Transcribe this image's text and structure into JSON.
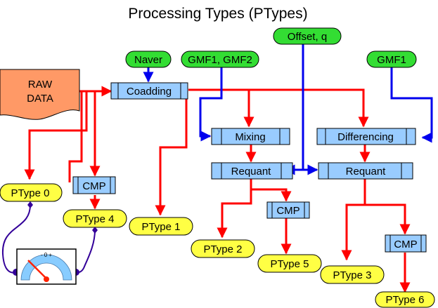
{
  "title": "Processing Types (PTypes)",
  "source": {
    "label_line1": "RAW",
    "label_line2": "DATA"
  },
  "params": {
    "naver": "Naver",
    "gmf12": "GMF1, GMF2",
    "offset": "Offset, q",
    "gmf1": "GMF1"
  },
  "blocks": {
    "coadding": "Coadding",
    "mixing": "Mixing",
    "differencing": "Differencing",
    "requant_left": "Requant",
    "requant_right": "Requant",
    "cmp_a": "CMP",
    "cmp_b": "CMP",
    "cmp_c": "CMP"
  },
  "outputs": {
    "ptype0": "PType 0",
    "ptype1": "PType 1",
    "ptype2": "PType 2",
    "ptype3": "PType 3",
    "ptype4": "PType 4",
    "ptype5": "PType 5",
    "ptype6": "PType 6"
  },
  "gauge": {
    "scale": "- 0 +"
  },
  "colors": {
    "data_flow": "#ff0000",
    "param_flow": "#0000ee",
    "param_fill": "#33dd33",
    "block_fill": "#99ccff",
    "output_fill": "#ffff44",
    "source_fill": "#ff9966",
    "probe": "#330099"
  }
}
